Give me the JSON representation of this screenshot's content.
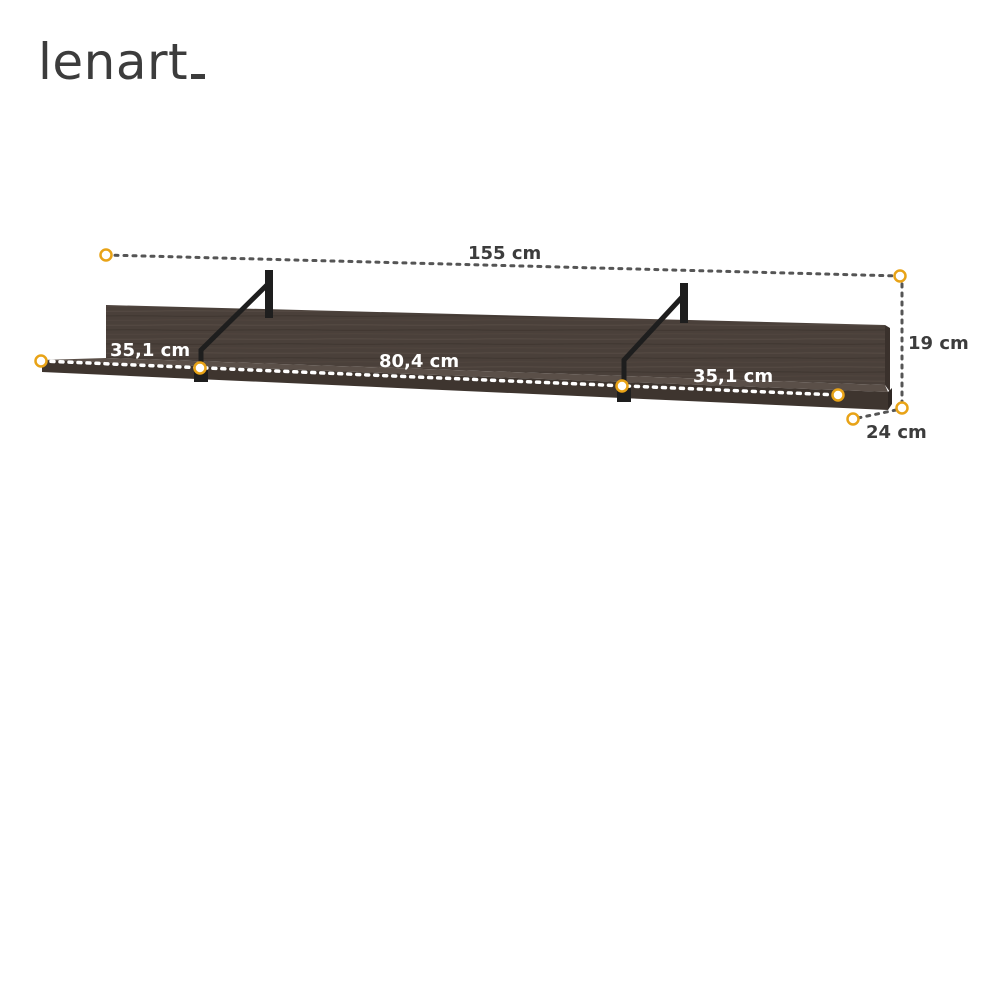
{
  "brand": {
    "logo_text": "lenart"
  },
  "dimensions": {
    "total_width": "155 cm",
    "height": "19 cm",
    "depth": "24 cm",
    "left_segment": "35,1 cm",
    "middle_segment": "80,4 cm",
    "right_segment": "35,1 cm"
  },
  "colors": {
    "marker": "#e8a317",
    "dim_line": "#555555",
    "dim_text_dark": "#3c3c3c",
    "dim_text_light": "#ffffff",
    "shelf_wood": "#4a403a",
    "bracket": "#1e1e1e"
  },
  "icons": {
    "marker": "circle-marker-icon"
  }
}
